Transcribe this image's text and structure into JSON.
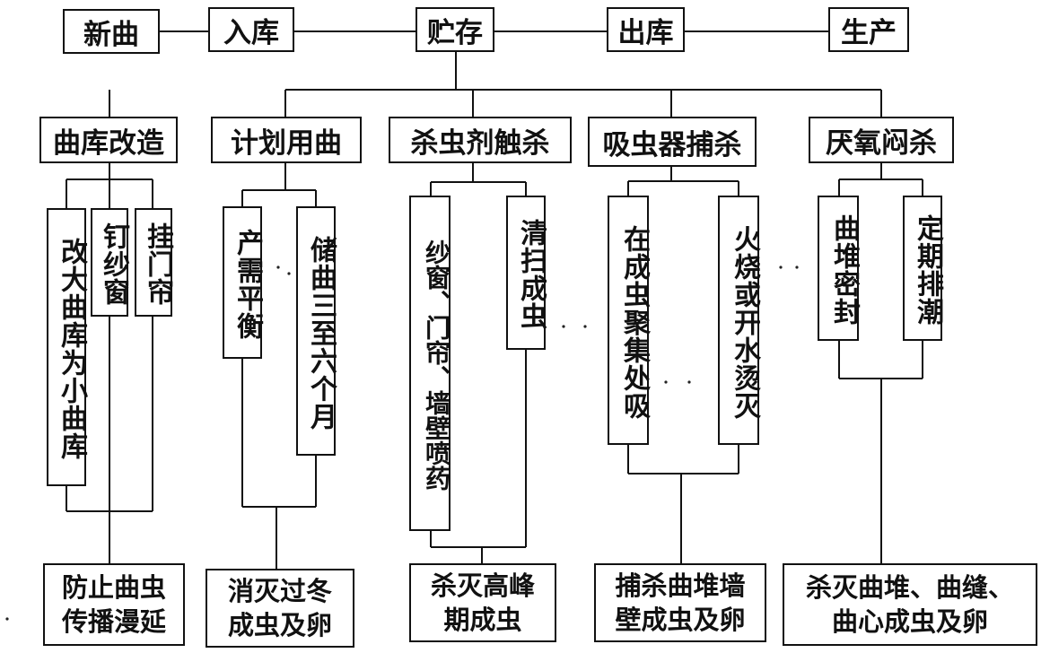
{
  "stages": [
    "新曲",
    "入库",
    "贮存",
    "出库",
    "生产"
  ],
  "methods": [
    "曲库改造",
    "计划用曲",
    "杀虫剂触杀",
    "吸虫器捕杀",
    "厌氧闷杀"
  ],
  "measures": {
    "m1": [
      "改大曲库为小曲库",
      "钉纱窗",
      "挂门帘"
    ],
    "m2": [
      "产需平衡",
      "储曲三至六个月"
    ],
    "m3": [
      "纱窗、门帘、墙壁喷药",
      "清扫成虫"
    ],
    "m4": [
      "在成虫聚集处吸",
      "火烧或开水烫灭"
    ],
    "m5": [
      "曲堆密封",
      "定期排潮"
    ]
  },
  "results": [
    "防止曲虫\n传播漫延",
    "消灭过冬\n成虫及卵",
    "杀灭高峰\n期成虫",
    "捕杀曲堆墙\n壁成虫及卵",
    "杀灭曲堆、曲缝、\n曲心成虫及卵"
  ]
}
